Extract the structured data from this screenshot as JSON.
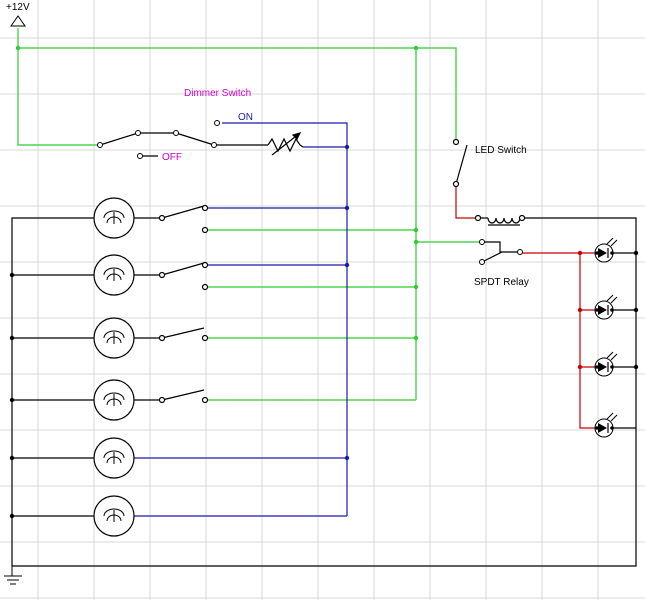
{
  "labels": {
    "supply": "+12V",
    "dimmer_switch": "Dimmer Switch",
    "on": "ON",
    "off": "OFF",
    "led_switch": "LED Switch",
    "relay": "SPDT Relay"
  },
  "colors": {
    "black_wire": "#000000",
    "green_wire": "#2ecc2e",
    "blue_wire": "#1a1aaa",
    "red_wire": "#cc0000",
    "magenta_label": "#cc00cc",
    "blue_label": "#1a1aaa",
    "grid": "#d8d8d8"
  },
  "components": {
    "lamps": 6,
    "lamp_switches": 4,
    "leds": 4
  }
}
